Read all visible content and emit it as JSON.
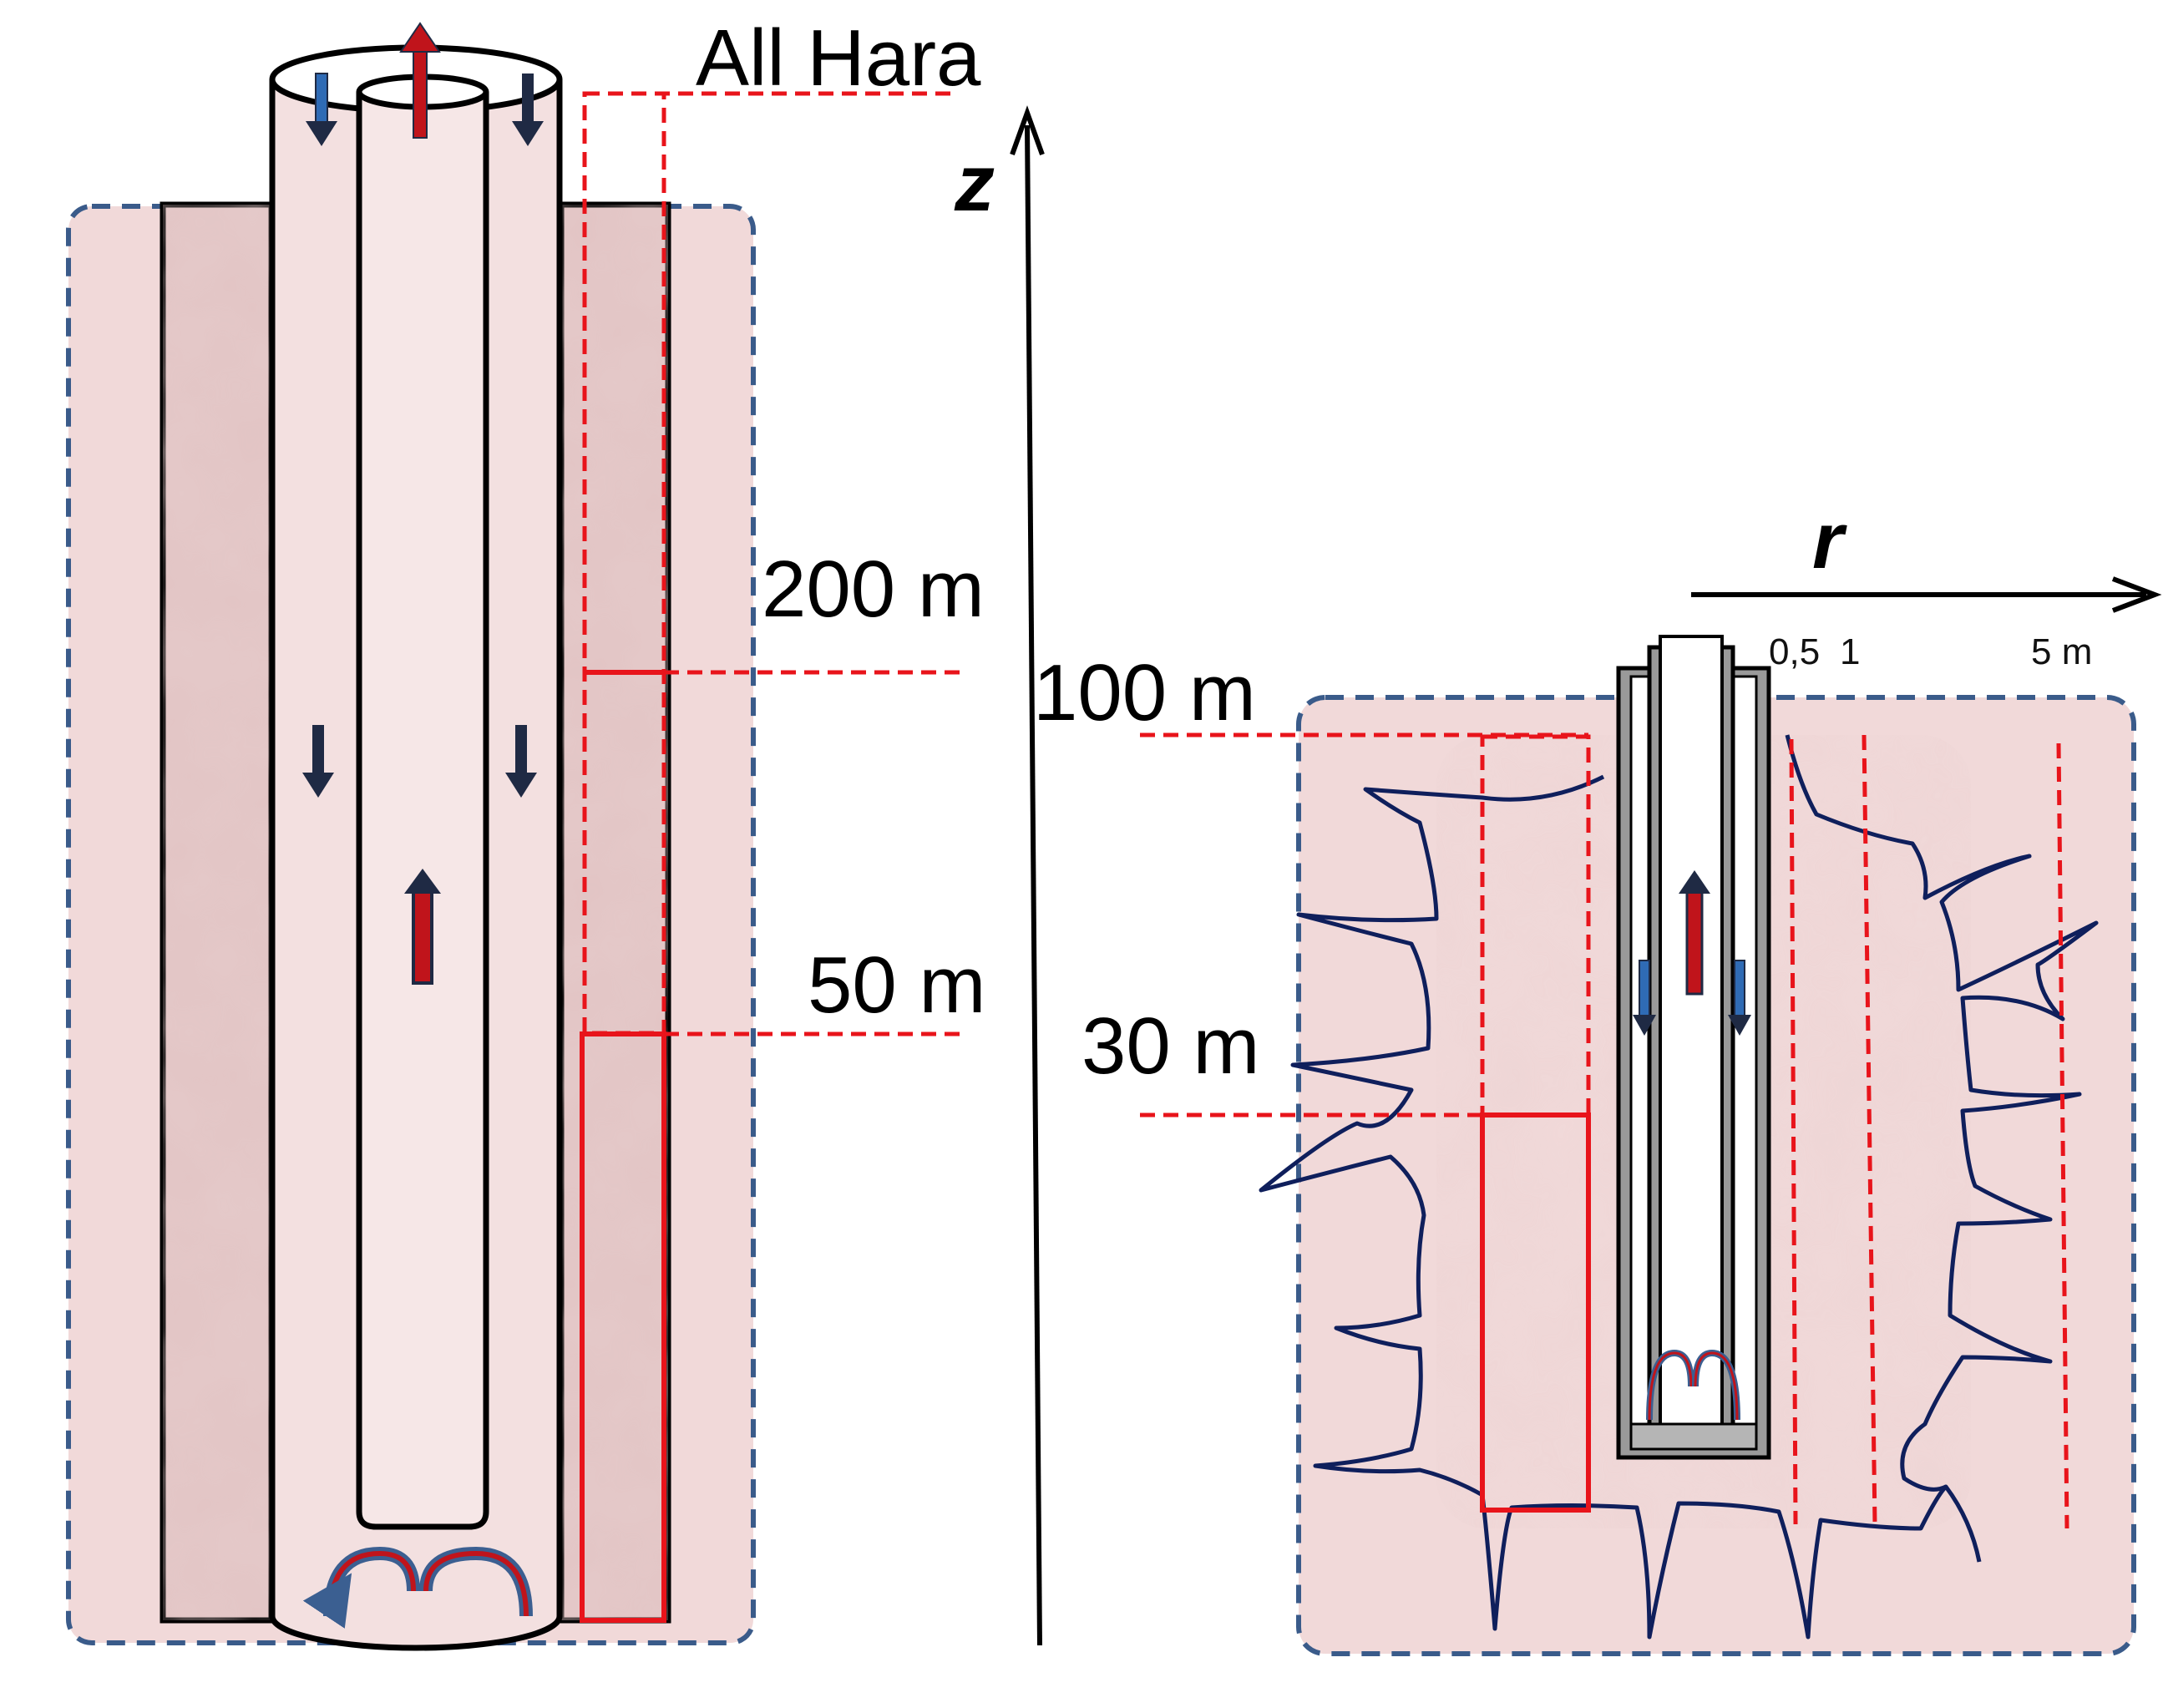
{
  "labels": {
    "model_name": "All Hara",
    "axis_z": "z",
    "axis_r": "r",
    "depth_200": "200 m",
    "depth_50": "50 m",
    "depth_100": "100 m",
    "depth_30": "30 m",
    "radius_05": "0,5",
    "radius_1": "1",
    "radius_5": "5 m"
  },
  "colors": {
    "soil_fill": "#f1d9d9",
    "soil_texture": "#dcb6b6",
    "region_border": "#3a5b8a",
    "pipe_outline": "#000000",
    "marker_red": "#e8141b",
    "fracture": "#0f1f5c",
    "flow_up": "#c0141b",
    "flow_down": "#1f2a44",
    "flow_down_light": "#2f6bb5"
  },
  "icons": {
    "flow_up": "up-arrow-icon",
    "flow_down": "down-arrow-icon",
    "flow_turn": "u-turn-arrow-icon"
  }
}
